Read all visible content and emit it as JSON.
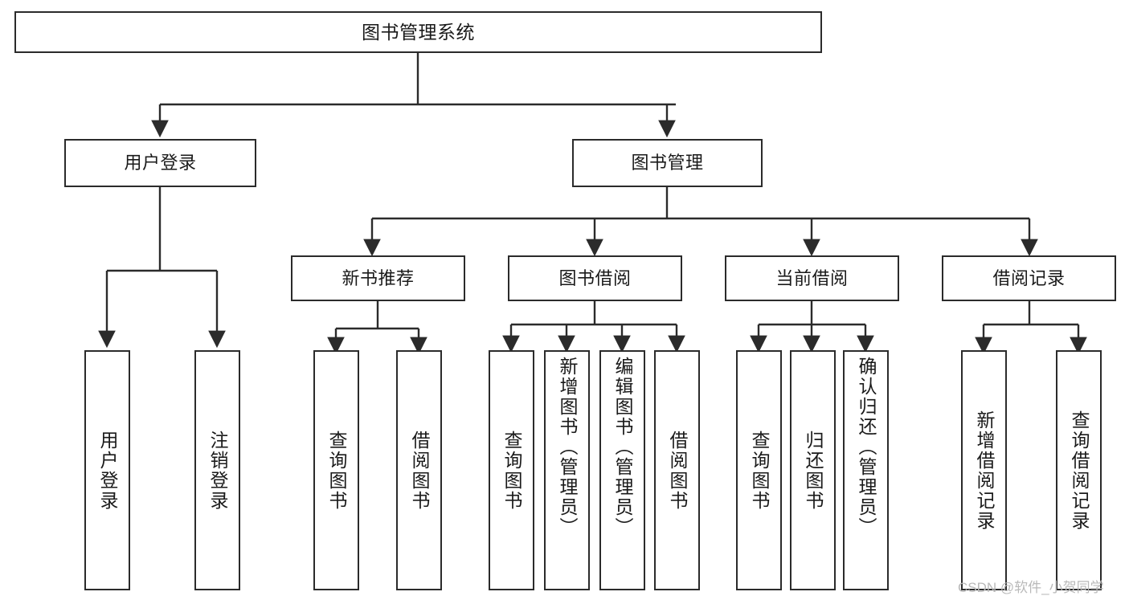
{
  "diagram": {
    "type": "tree-hierarchy",
    "title": "图书管理系统",
    "orientation": "top-down",
    "line_color": "#2b2b2b",
    "box_fill": "#ffffff",
    "nodes": {
      "root": {
        "label": "图书管理系统"
      },
      "user_login": {
        "label": "用户登录"
      },
      "book_manage": {
        "label": "图书管理"
      },
      "new_book_rec": {
        "label": "新书推荐"
      },
      "book_borrow": {
        "label": "图书借阅"
      },
      "current_borrow": {
        "label": "当前借阅"
      },
      "borrow_record": {
        "label": "借阅记录"
      },
      "leaf_user_login": {
        "label": "用户登录"
      },
      "leaf_logout": {
        "label": "注销登录"
      },
      "leaf_query_book_1": {
        "label": "查询图书"
      },
      "leaf_borrow_book_1": {
        "label": "借阅图书"
      },
      "leaf_query_book_2": {
        "label": "查询图书"
      },
      "leaf_add_book": {
        "label": "新增图书（管理员）"
      },
      "leaf_edit_book": {
        "label": "编辑图书（管理员）"
      },
      "leaf_borrow_book_2": {
        "label": "借阅图书"
      },
      "leaf_query_book_3": {
        "label": "查询图书"
      },
      "leaf_return_book": {
        "label": "归还图书"
      },
      "leaf_confirm_return": {
        "label": "确认归还（管理员）"
      },
      "leaf_add_record": {
        "label": "新增借阅记录"
      },
      "leaf_query_record": {
        "label": "查询借阅记录"
      }
    },
    "edges": [
      {
        "from": "root",
        "to": "user_login"
      },
      {
        "from": "root",
        "to": "book_manage"
      },
      {
        "from": "user_login",
        "to": "leaf_user_login"
      },
      {
        "from": "user_login",
        "to": "leaf_logout"
      },
      {
        "from": "book_manage",
        "to": "new_book_rec"
      },
      {
        "from": "book_manage",
        "to": "book_borrow"
      },
      {
        "from": "book_manage",
        "to": "current_borrow"
      },
      {
        "from": "book_manage",
        "to": "borrow_record"
      },
      {
        "from": "new_book_rec",
        "to": "leaf_query_book_1"
      },
      {
        "from": "new_book_rec",
        "to": "leaf_borrow_book_1"
      },
      {
        "from": "book_borrow",
        "to": "leaf_query_book_2"
      },
      {
        "from": "book_borrow",
        "to": "leaf_add_book"
      },
      {
        "from": "book_borrow",
        "to": "leaf_edit_book"
      },
      {
        "from": "book_borrow",
        "to": "leaf_borrow_book_2"
      },
      {
        "from": "current_borrow",
        "to": "leaf_query_book_3"
      },
      {
        "from": "current_borrow",
        "to": "leaf_return_book"
      },
      {
        "from": "current_borrow",
        "to": "leaf_confirm_return"
      },
      {
        "from": "borrow_record",
        "to": "leaf_add_record"
      },
      {
        "from": "borrow_record",
        "to": "leaf_query_record"
      }
    ]
  },
  "watermark": {
    "text": "CSDN @软件_小贺同学"
  }
}
